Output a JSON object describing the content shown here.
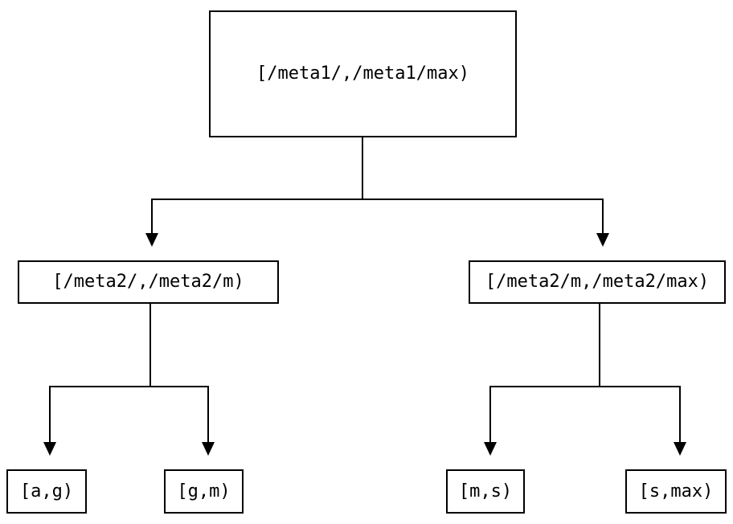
{
  "diagram": {
    "type": "tree",
    "nodes": {
      "root": {
        "label": "[/meta1/,/meta1/max)"
      },
      "left_child": {
        "label": "[/meta2/,/meta2/m)"
      },
      "right_child": {
        "label": "[/meta2/m,/meta2/max)"
      },
      "leaf_a_g": {
        "label": "[a,g)"
      },
      "leaf_g_m": {
        "label": "[g,m)"
      },
      "leaf_m_s": {
        "label": "[m,s)"
      },
      "leaf_s_max": {
        "label": "[s,max)"
      }
    },
    "edges": [
      {
        "from": "root",
        "to": "left_child"
      },
      {
        "from": "root",
        "to": "right_child"
      },
      {
        "from": "left_child",
        "to": "leaf_a_g"
      },
      {
        "from": "left_child",
        "to": "leaf_g_m"
      },
      {
        "from": "right_child",
        "to": "leaf_m_s"
      },
      {
        "from": "right_child",
        "to": "leaf_s_max"
      }
    ],
    "colors": {
      "line": "#000000",
      "text": "#000000",
      "background": "#ffffff"
    }
  }
}
